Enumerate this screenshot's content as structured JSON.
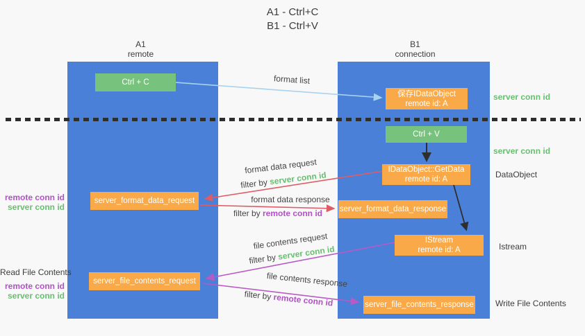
{
  "title": {
    "line1": "A1 - Ctrl+C",
    "line2": "B1 - Ctrl+V"
  },
  "columns": {
    "left": {
      "name": "A1",
      "role": "remote"
    },
    "right": {
      "name": "B1",
      "role": "connection"
    }
  },
  "nodes": {
    "ctrl_c": "Ctrl + C",
    "ctrl_v": "Ctrl + V",
    "save_idataobject": {
      "line1": "保存IDataObject",
      "line2": "remote id: A"
    },
    "getdata": {
      "line1": "IDataObject::GetData",
      "line2": "remote id: A"
    },
    "istream": {
      "line1": "IStream",
      "line2": "remote id: A"
    },
    "format_request": "server_format_data_request",
    "format_response": "server_format_data_response",
    "file_request": "server_file_contents_request",
    "file_response": "server_file_contents_response"
  },
  "side_labels": {
    "server_conn_id": "server conn id",
    "remote_conn_id": "remote conn id",
    "dataobject": "DataObject",
    "istream": "Istream",
    "read_file_contents": "Read File Contents",
    "write_file_contents": "Write File Contents"
  },
  "arrow_labels": {
    "format_list": "format list",
    "format_data_request": "format data request",
    "format_data_response": "format data response",
    "file_contents_request": "file contents request",
    "file_contents_response": "file contents response",
    "filter_by": "filter by",
    "server_conn_id": "server conn id",
    "remote_conn_id": "remote conn id"
  },
  "colors": {
    "lane_blue": "#4a80d8",
    "node_green": "#77c27d",
    "node_orange": "#f9a947",
    "arrow_lightblue": "#a9d2ef",
    "arrow_red": "#e05c64",
    "arrow_purple": "#b85ac4",
    "arrow_black": "#2e2e2e",
    "text_green": "#67bf6f",
    "text_purple": "#b052c4",
    "background": "#f8f8f8"
  }
}
